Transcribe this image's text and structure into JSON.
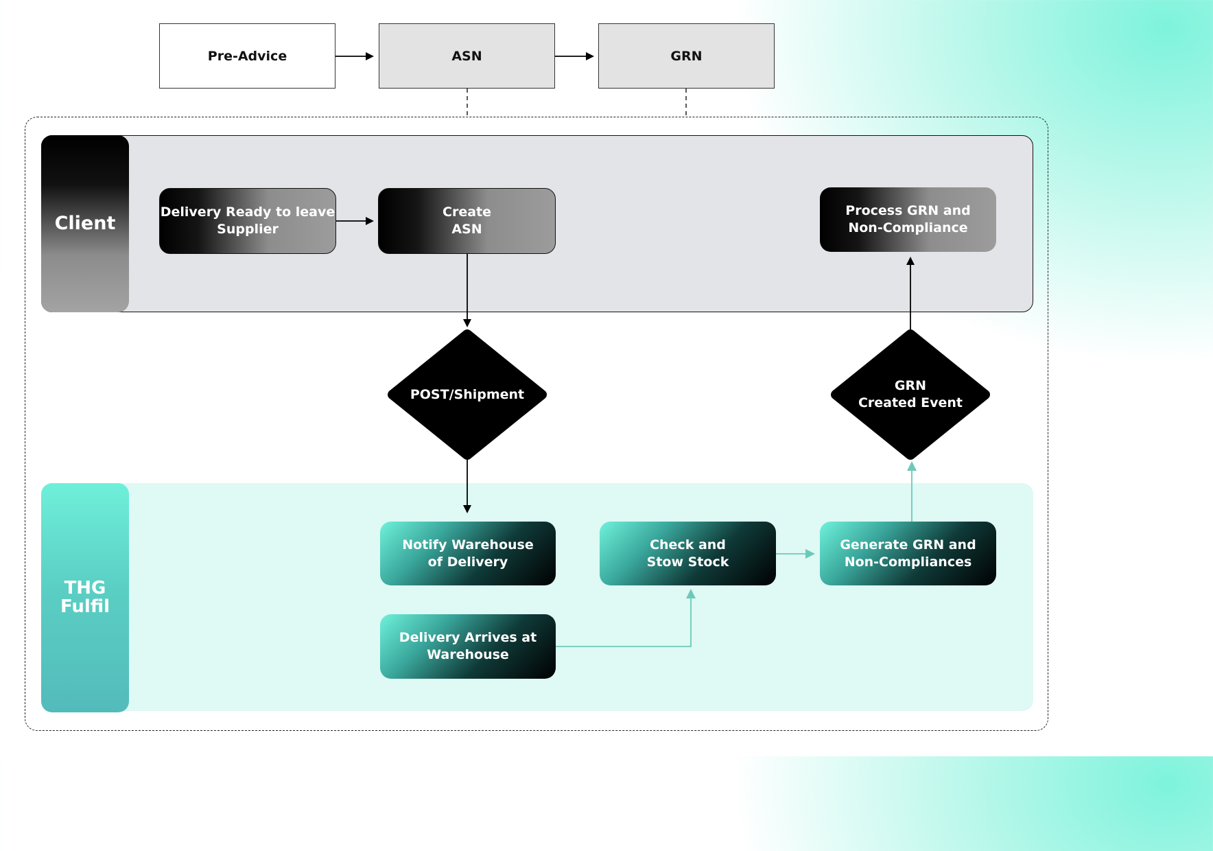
{
  "top_flow": {
    "pre_advice": "Pre-Advice",
    "asn": "ASN",
    "grn": "GRN"
  },
  "lanes": {
    "client": "Client",
    "thg_fulfil": "THG\nFulfil"
  },
  "client_steps": {
    "delivery_ready": "Delivery Ready to leave\nSupplier",
    "create_asn": "Create\nASN",
    "process_grn": "Process GRN and\nNon-Compliance"
  },
  "decisions": {
    "post_shipment": "POST/Shipment",
    "grn_created_event": "GRN\nCreated Event"
  },
  "thg_steps": {
    "notify_warehouse": "Notify Warehouse\nof Delivery",
    "check_stow": "Check and\nStow Stock",
    "generate_grn": "Generate GRN and\nNon-Compliances",
    "delivery_arrives": "Delivery Arrives at\nWarehouse"
  },
  "colors": {
    "accent_teal": "#6ff0da",
    "teal_arrow": "#6cc9b9",
    "dark": "#000000"
  }
}
